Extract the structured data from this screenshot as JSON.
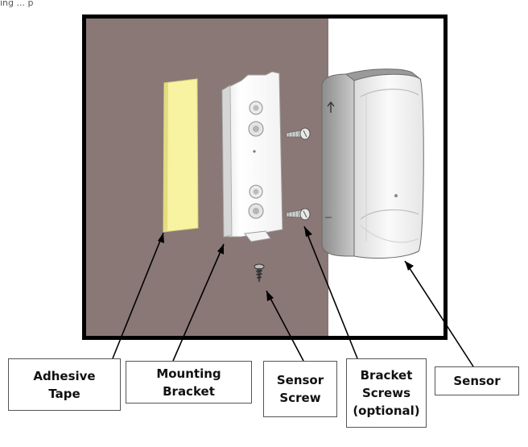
{
  "caption_fragment": "ing ... p",
  "colors": {
    "wall": "#8a7876",
    "tape": "#f7f3a0",
    "frame": "#000000",
    "bracket": "#fbfbfb",
    "sensor_body": "#f0f0f0"
  },
  "labels": {
    "adhesive_tape": {
      "line1": "Adhesive",
      "line2": "Tape"
    },
    "mounting_bracket": {
      "line1": "Mounting",
      "line2": "Bracket"
    },
    "sensor_screw": {
      "line1": "Sensor",
      "line2": "Screw"
    },
    "bracket_screws": {
      "line1": "Bracket",
      "line2": "Screws",
      "line3": "(optional)"
    },
    "sensor": {
      "line1": "Sensor"
    }
  },
  "icons": {
    "sensor_arrow": "up-arrow-icon"
  }
}
